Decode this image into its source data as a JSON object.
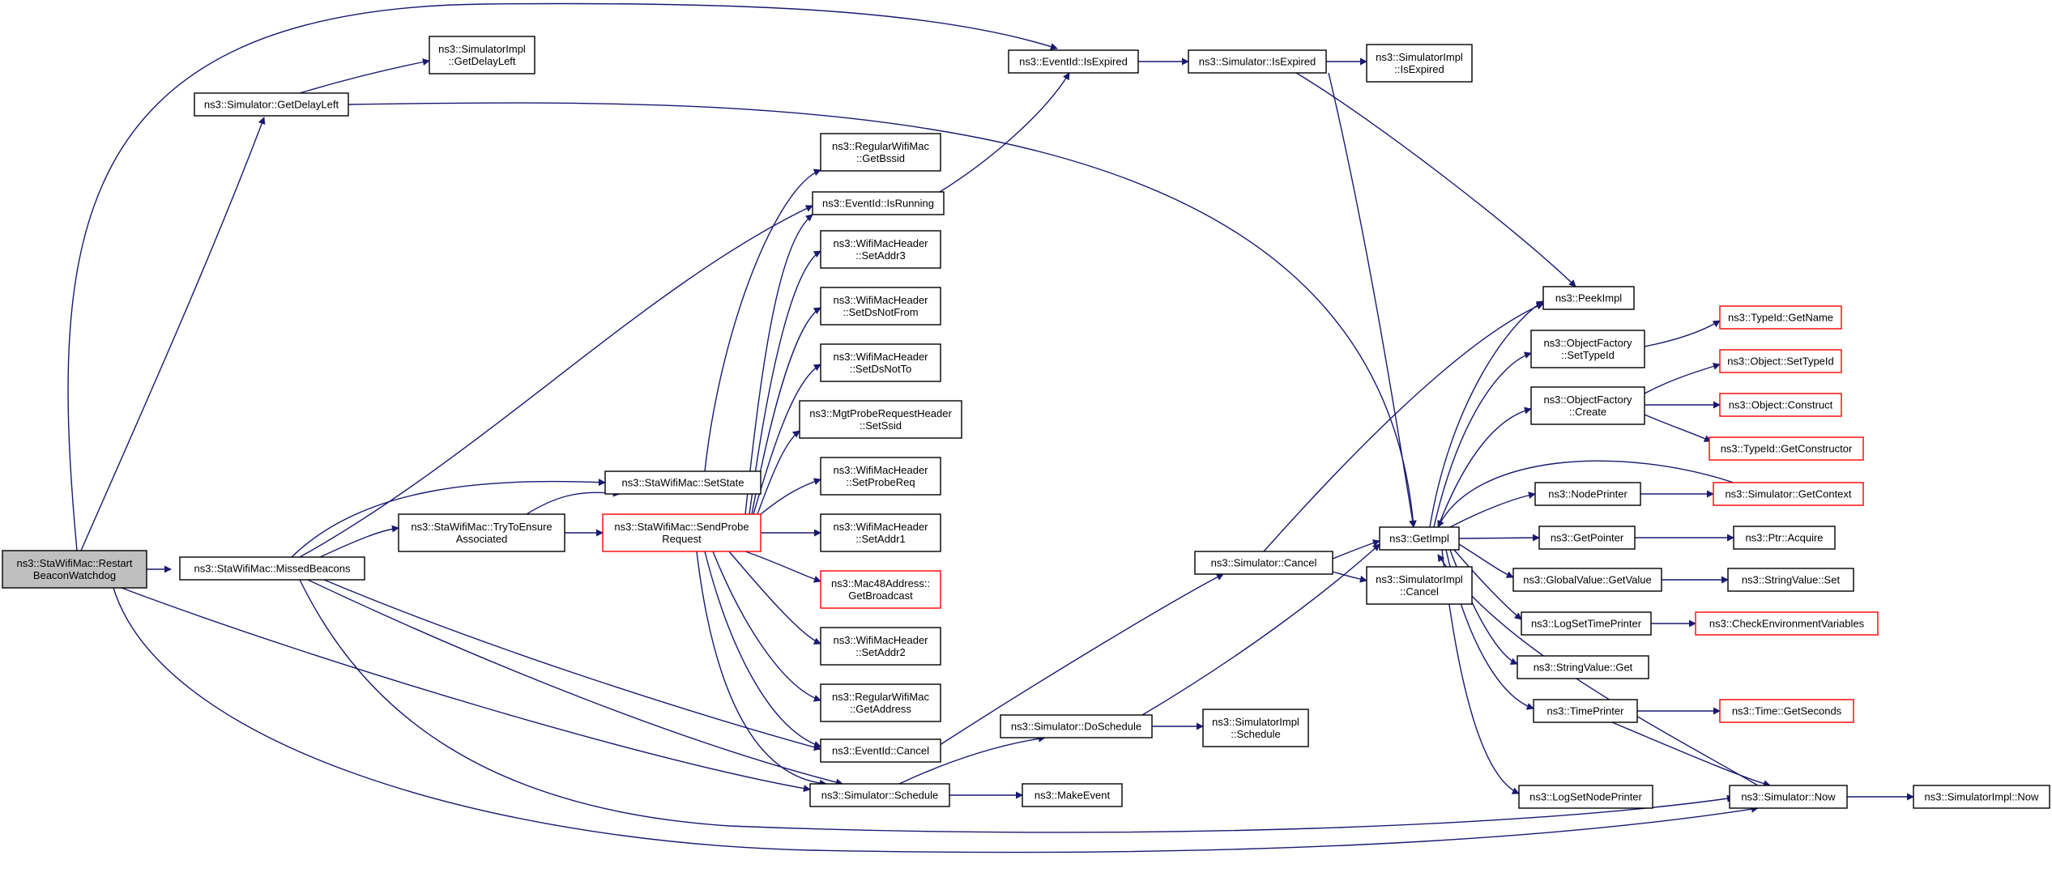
{
  "diagram": {
    "type": "call-graph",
    "colors": {
      "edge": "#191970",
      "node_border": "#000000",
      "truncated_border": "#ff0000",
      "root_fill": "#bfbfbf",
      "node_fill": "#ffffff"
    },
    "nodes": [
      {
        "id": "root",
        "lines": [
          "ns3::StaWifiMac::Restart",
          "BeaconWatchdog"
        ],
        "style": "root"
      },
      {
        "id": "getdelayleft",
        "lines": [
          "ns3::Simulator::GetDelayLeft"
        ]
      },
      {
        "id": "simimpl_getdelayleft",
        "lines": [
          "ns3::SimulatorImpl",
          "::GetDelayLeft"
        ]
      },
      {
        "id": "missedbeacons",
        "lines": [
          "ns3::StaWifiMac::MissedBeacons"
        ]
      },
      {
        "id": "tryensure",
        "lines": [
          "ns3::StaWifiMac::TryToEnsure",
          "Associated"
        ]
      },
      {
        "id": "setstate",
        "lines": [
          "ns3::StaWifiMac::SetState"
        ]
      },
      {
        "id": "sendprobe",
        "lines": [
          "ns3::StaWifiMac::SendProbe",
          "Request"
        ],
        "style": "trunc"
      },
      {
        "id": "getbssid",
        "lines": [
          "ns3::RegularWifiMac",
          "::GetBssid"
        ]
      },
      {
        "id": "isrunning",
        "lines": [
          "ns3::EventId::IsRunning"
        ]
      },
      {
        "id": "setaddr3",
        "lines": [
          "ns3::WifiMacHeader",
          "::SetAddr3"
        ]
      },
      {
        "id": "setdsnotfrom",
        "lines": [
          "ns3::WifiMacHeader",
          "::SetDsNotFrom"
        ]
      },
      {
        "id": "setdsnotto",
        "lines": [
          "ns3::WifiMacHeader",
          "::SetDsNotTo"
        ]
      },
      {
        "id": "setssid",
        "lines": [
          "ns3::MgtProbeRequestHeader",
          "::SetSsid"
        ]
      },
      {
        "id": "setprobereq",
        "lines": [
          "ns3::WifiMacHeader",
          "::SetProbeReq"
        ]
      },
      {
        "id": "setaddr1",
        "lines": [
          "ns3::WifiMacHeader",
          "::SetAddr1"
        ]
      },
      {
        "id": "getbroadcast",
        "lines": [
          "ns3::Mac48Address::",
          "GetBroadcast"
        ],
        "style": "trunc"
      },
      {
        "id": "setaddr2",
        "lines": [
          "ns3::WifiMacHeader",
          "::SetAddr2"
        ]
      },
      {
        "id": "getaddress",
        "lines": [
          "ns3::RegularWifiMac",
          "::GetAddress"
        ]
      },
      {
        "id": "eventcancel",
        "lines": [
          "ns3::EventId::Cancel"
        ]
      },
      {
        "id": "schedule",
        "lines": [
          "ns3::Simulator::Schedule"
        ]
      },
      {
        "id": "makeevent",
        "lines": [
          "ns3::MakeEvent"
        ]
      },
      {
        "id": "isexpired",
        "lines": [
          "ns3::EventId::IsExpired"
        ]
      },
      {
        "id": "sim_isexpired",
        "lines": [
          "ns3::Simulator::IsExpired"
        ]
      },
      {
        "id": "simimpl_isexpired",
        "lines": [
          "ns3::SimulatorImpl",
          "::IsExpired"
        ]
      },
      {
        "id": "simcancel",
        "lines": [
          "ns3::Simulator::Cancel"
        ]
      },
      {
        "id": "doschedule",
        "lines": [
          "ns3::Simulator::DoSchedule"
        ]
      },
      {
        "id": "simimpl_schedule",
        "lines": [
          "ns3::SimulatorImpl",
          "::Schedule"
        ]
      },
      {
        "id": "getimpl",
        "lines": [
          "ns3::GetImpl"
        ]
      },
      {
        "id": "simimpl_cancel",
        "lines": [
          "ns3::SimulatorImpl",
          "::Cancel"
        ]
      },
      {
        "id": "peekimpl",
        "lines": [
          "ns3::PeekImpl"
        ]
      },
      {
        "id": "of_settypeid",
        "lines": [
          "ns3::ObjectFactory",
          "::SetTypeId"
        ]
      },
      {
        "id": "of_create",
        "lines": [
          "ns3::ObjectFactory",
          "::Create"
        ]
      },
      {
        "id": "nodeprinter",
        "lines": [
          "ns3::NodePrinter"
        ]
      },
      {
        "id": "getpointer",
        "lines": [
          "ns3::GetPointer"
        ]
      },
      {
        "id": "gv_getvalue",
        "lines": [
          "ns3::GlobalValue::GetValue"
        ]
      },
      {
        "id": "logsettimeprinter",
        "lines": [
          "ns3::LogSetTimePrinter"
        ]
      },
      {
        "id": "stringvalue_get",
        "lines": [
          "ns3::StringValue::Get"
        ]
      },
      {
        "id": "timeprinter",
        "lines": [
          "ns3::TimePrinter"
        ]
      },
      {
        "id": "logsetnodeprinter",
        "lines": [
          "ns3::LogSetNodePrinter"
        ]
      },
      {
        "id": "simnow",
        "lines": [
          "ns3::Simulator::Now"
        ]
      },
      {
        "id": "simimpl_now",
        "lines": [
          "ns3::SimulatorImpl::Now"
        ]
      },
      {
        "id": "typeid_getname",
        "lines": [
          "ns3::TypeId::GetName"
        ],
        "style": "trunc"
      },
      {
        "id": "obj_settypeid",
        "lines": [
          "ns3::Object::SetTypeId"
        ],
        "style": "trunc"
      },
      {
        "id": "obj_construct",
        "lines": [
          "ns3::Object::Construct"
        ],
        "style": "trunc"
      },
      {
        "id": "typeid_getctor",
        "lines": [
          "ns3::TypeId::GetConstructor"
        ],
        "style": "trunc"
      },
      {
        "id": "sim_getcontext",
        "lines": [
          "ns3::Simulator::GetContext"
        ],
        "style": "trunc"
      },
      {
        "id": "ptr_acquire",
        "lines": [
          "ns3::Ptr::Acquire"
        ]
      },
      {
        "id": "sv_set",
        "lines": [
          "ns3::StringValue::Set"
        ]
      },
      {
        "id": "checkenv",
        "lines": [
          "ns3::CheckEnvironmentVariables"
        ],
        "style": "trunc"
      },
      {
        "id": "time_getseconds",
        "lines": [
          "ns3::Time::GetSeconds"
        ],
        "style": "trunc"
      }
    ]
  }
}
